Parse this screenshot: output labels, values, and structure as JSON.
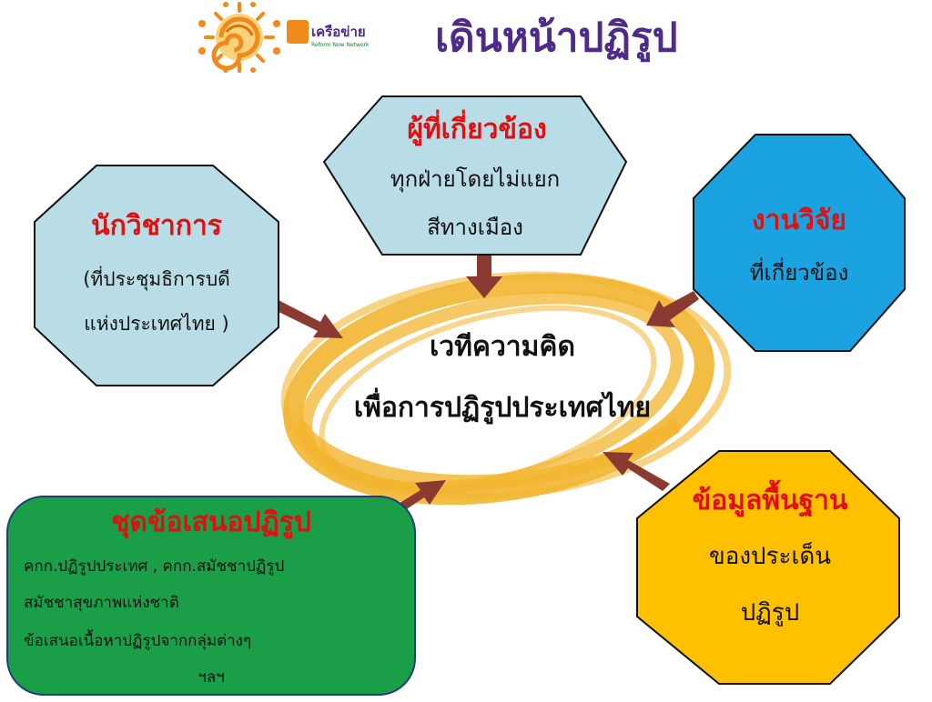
{
  "logo": {
    "prefix": "เครือข่าย",
    "subtitle": "Reform Now Network",
    "title": "เดินหน้าปฏิรูป"
  },
  "center": {
    "line1": "เวทีความคิด",
    "line2": "เพื่อการปฏิรูปประเทศไทย"
  },
  "nodes": {
    "top": {
      "title": "ผู้ที่เกี่ยวข้อง",
      "line1": "ทุกฝ่ายโดยไม่แยก",
      "line2": "สีทางเมือง",
      "color": "#b9dde6"
    },
    "left": {
      "title": "นักวิชาการ",
      "line1": "(ที่ประชุมธิการบดี",
      "line2": "แห่งประเทศไทย )",
      "color": "#b9dde6"
    },
    "right": {
      "title": "งานวิจัย",
      "line1": "ที่เกี่ยวข้อง",
      "color": "#1aa3e0"
    },
    "bottom_left": {
      "title": "ชุดข้อเสนอปฏิรูป",
      "line1": "คกก.ปฏิรูปประเทศ , คกก.สมัชชาปฏิรูป",
      "line2": "สมัชชาสุขภาพแห่งชาติ",
      "line3": "ข้อเสนอเนื้อหาปฏิรูปจากกลุ่มต่างๆ",
      "line4": "ฯลฯ",
      "color": "#1a9e48"
    },
    "bottom_right": {
      "title": "ข้อมูลพื้นฐาน",
      "line1": "ของประเด็น",
      "line2": "ปฏิรูป",
      "color": "#ffc000"
    }
  },
  "colors": {
    "arrow": "#8b3a32",
    "swirl": "#f2b530",
    "title_red": "#e01010",
    "logo_orange": "#f08a1c",
    "logo_purple": "#4e2a8a",
    "logo_green": "#1a9e48"
  }
}
